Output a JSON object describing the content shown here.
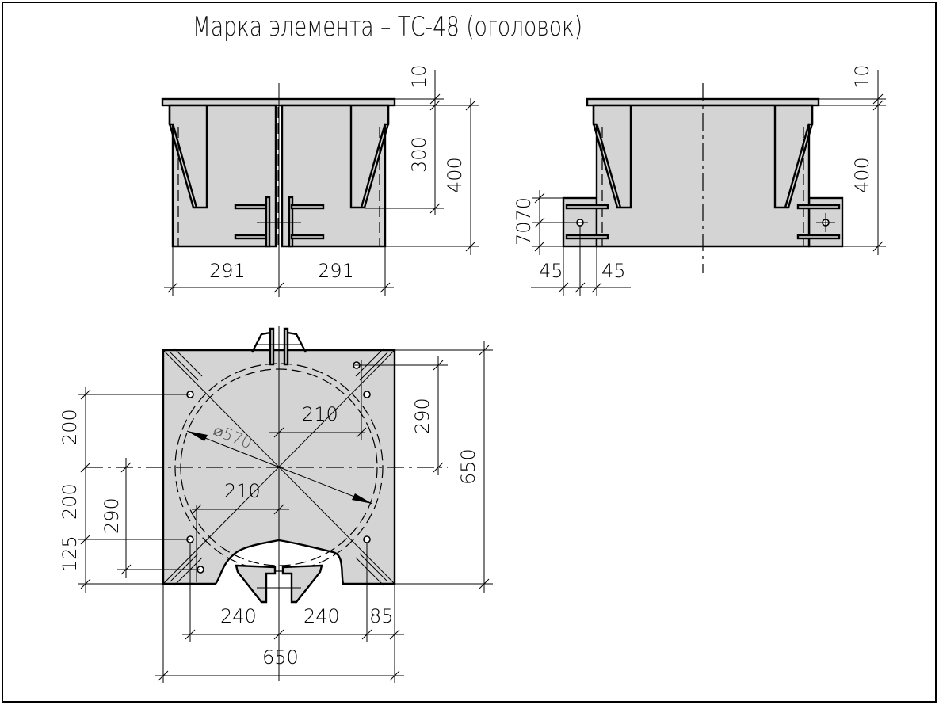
{
  "title": "Марка элемента – ТС-48 (оголовок)",
  "colors": {
    "fill": "#d4d4d4",
    "line": "#000000",
    "background": "#ffffff"
  },
  "views": {
    "front": {
      "dims": {
        "plate_thickness": "10",
        "rib_height": "300",
        "total_height": "400",
        "left_width": "291",
        "right_width": "291"
      }
    },
    "side": {
      "dims": {
        "plate_thickness": "10",
        "total_height": "400",
        "lug_vertical": "7070",
        "lug_left": "45",
        "lug_right": "45"
      }
    },
    "plan": {
      "dims": {
        "diameter": "⌀570",
        "bolt_offset_top": "210",
        "bolt_offset_bottom": "210",
        "right_vertical": "290",
        "overall_height": "650",
        "left_upper": "200",
        "left_middle": "200",
        "left_lower": "125",
        "left_inner": "290",
        "bottom_left": "240",
        "bottom_right": "240",
        "bottom_edge": "85",
        "overall_width": "650"
      }
    }
  }
}
